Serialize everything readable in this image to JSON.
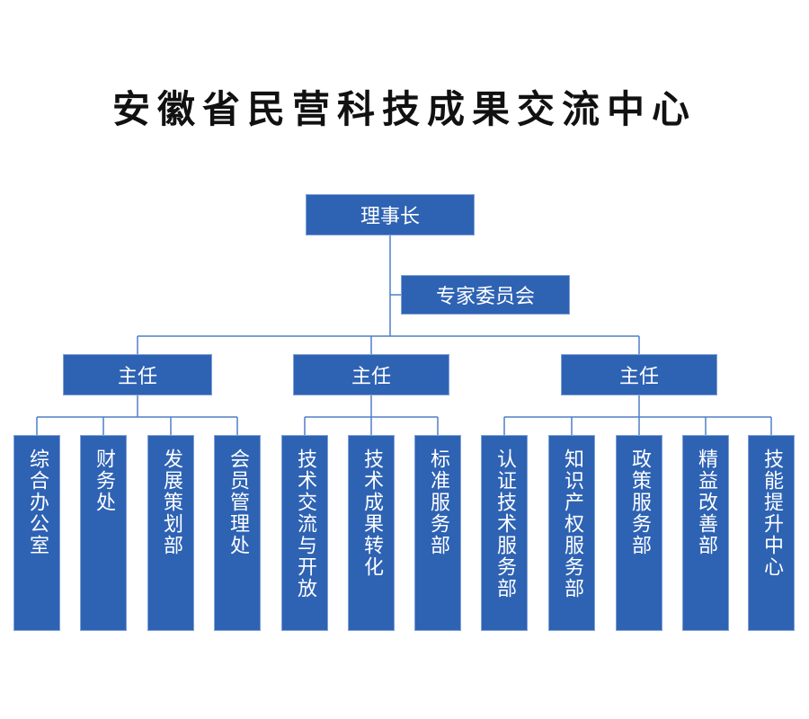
{
  "title": "安徽省民营科技成果交流中心",
  "chairman": "理事长",
  "committee": "专家委员会",
  "groups": [
    {
      "head": "主任",
      "departments": [
        "综合办公室",
        "财务处",
        "发展策划部",
        "会员管理处"
      ]
    },
    {
      "head": "主任",
      "departments": [
        "技术交流与开放",
        "技术成果转化",
        "标准服务部"
      ]
    },
    {
      "head": "主任",
      "departments": [
        "认证技术服务部",
        "知识产权服务部",
        "政策服务部",
        "精益改善部",
        "技能提升中心"
      ]
    }
  ],
  "colors": {
    "box": "#2e62b3",
    "line": "#4f7fc6"
  }
}
